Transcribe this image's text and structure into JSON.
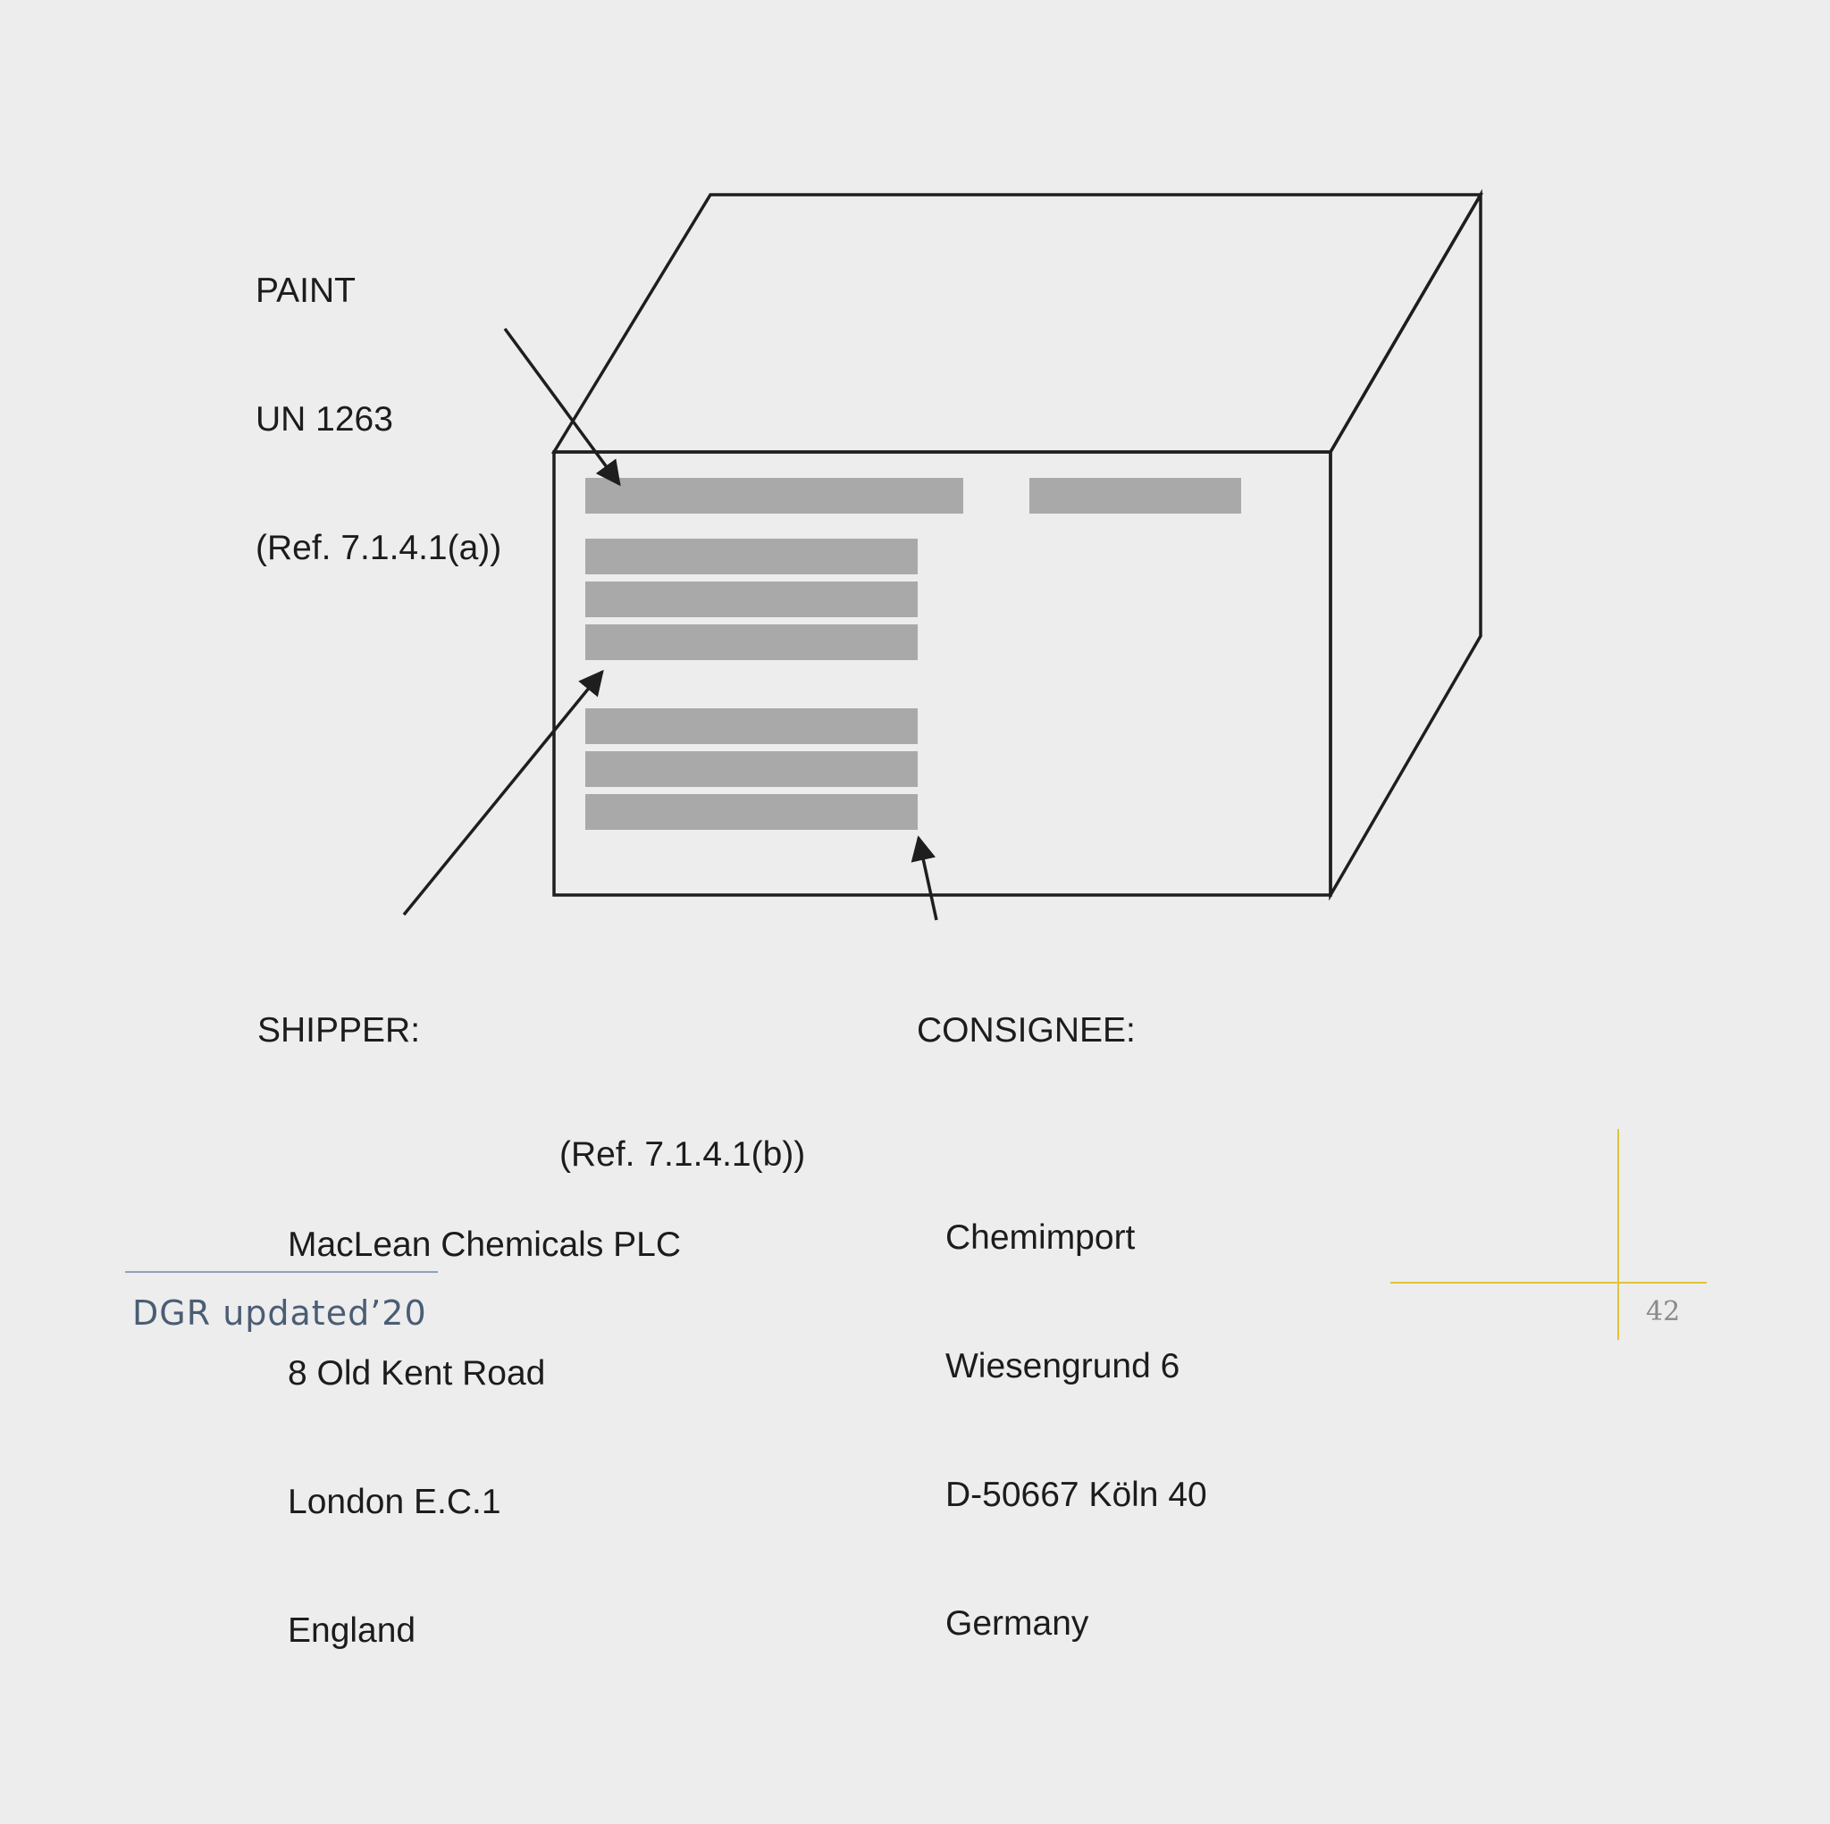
{
  "slide": {
    "footer_text": "DGR updated’20",
    "page_number": "42"
  },
  "diagram": {
    "top_label": {
      "lines": [
        "PAINT",
        "UN 1263",
        "(Ref. 7.1.4.1(a))"
      ]
    },
    "shipper": {
      "heading": "SHIPPER:",
      "lines": [
        "MacLean Chemicals PLC",
        "8 Old Kent Road",
        "London E.C.1",
        "England"
      ]
    },
    "consignee": {
      "heading": "CONSIGNEE:",
      "lines": [
        "Chemimport",
        "Wiesengrund 6",
        "D-50667 Köln 40",
        "Germany"
      ]
    },
    "reference_b": "(Ref. 7.1.4.1(b))"
  },
  "colors": {
    "background": "#ededed",
    "box_stroke": "#1e1e1e",
    "marking_fill": "#a9a9a9",
    "footer_text": "#4a5d75",
    "footer_rule": "#8fa3bd",
    "accent_lines": "#e3c23a",
    "page_number": "#8a8a8a"
  }
}
